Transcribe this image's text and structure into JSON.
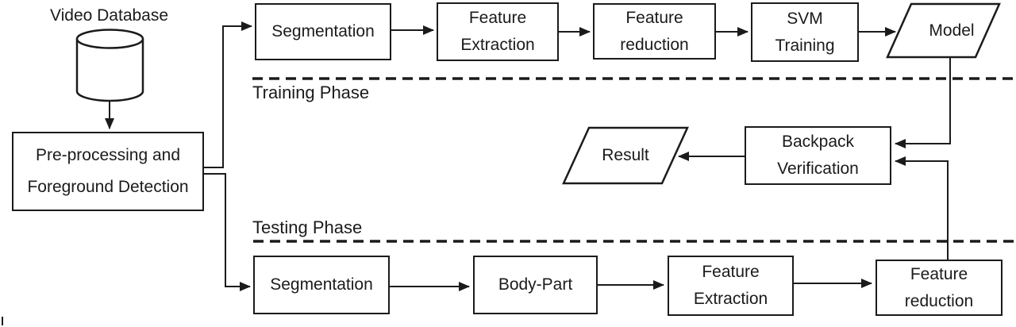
{
  "figure": {
    "kind": "flowchart",
    "background_color": "#ffffff",
    "line_color": "#1b1b1b"
  },
  "phases": {
    "training_label": "Training Phase",
    "testing_label": "Testing Phase"
  },
  "nodes": {
    "video_database": {
      "label": "Video Database",
      "shape": "database-cylinder"
    },
    "preprocessing": {
      "line1": "Pre-processing and",
      "line2": "Foreground Detection",
      "shape": "rect"
    },
    "segmentation_training": {
      "label": "Segmentation",
      "shape": "rect"
    },
    "feature_extraction_training": {
      "line1": "Feature",
      "line2": "Extraction",
      "shape": "rect"
    },
    "feature_reduction_training": {
      "line1": "Feature",
      "line2": "reduction",
      "shape": "rect"
    },
    "svm_training": {
      "line1": "SVM",
      "line2": "Training",
      "shape": "rect"
    },
    "model": {
      "label": "Model",
      "shape": "parallelogram"
    },
    "result": {
      "label": "Result",
      "shape": "parallelogram"
    },
    "backpack_verification": {
      "line1": "Backpack",
      "line2": "Verification",
      "shape": "rect"
    },
    "segmentation_testing": {
      "label": "Segmentation",
      "shape": "rect"
    },
    "body_part": {
      "label": "Body-Part",
      "shape": "rect"
    },
    "feature_extraction_testing": {
      "line1": "Feature",
      "line2": "Extraction",
      "shape": "rect"
    },
    "feature_reduction_testing": {
      "line1": "Feature",
      "line2": "reduction",
      "shape": "rect"
    }
  },
  "edges": [
    {
      "from": "video_database",
      "to": "preprocessing"
    },
    {
      "from": "preprocessing",
      "to": "segmentation_training"
    },
    {
      "from": "preprocessing",
      "to": "segmentation_testing"
    },
    {
      "from": "segmentation_training",
      "to": "feature_extraction_training"
    },
    {
      "from": "feature_extraction_training",
      "to": "feature_reduction_training"
    },
    {
      "from": "feature_reduction_training",
      "to": "svm_training"
    },
    {
      "from": "svm_training",
      "to": "model"
    },
    {
      "from": "model",
      "to": "backpack_verification"
    },
    {
      "from": "feature_reduction_testing",
      "to": "backpack_verification"
    },
    {
      "from": "backpack_verification",
      "to": "result"
    },
    {
      "from": "segmentation_testing",
      "to": "body_part"
    },
    {
      "from": "body_part",
      "to": "feature_extraction_testing"
    },
    {
      "from": "feature_extraction_testing",
      "to": "feature_reduction_testing"
    }
  ]
}
